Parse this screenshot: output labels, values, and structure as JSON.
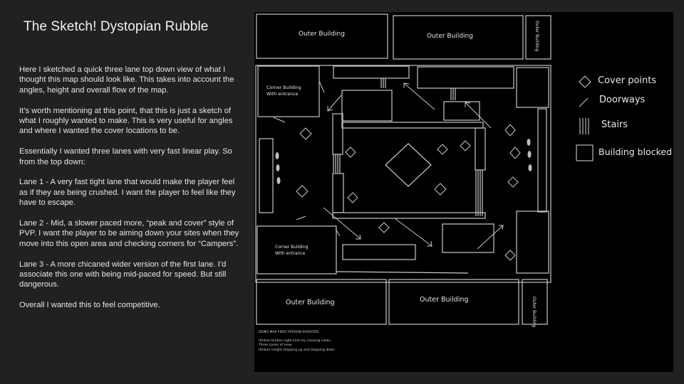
{
  "slide": {
    "title": "The Sketch! Dystopian Rubble",
    "paragraphs": [
      "Here I sketched a quick three lane top down view of what I thought this map should look like. This takes into account the angles, height and overall flow of the map.",
      "It’s worth mentioning at this point, that this is just a sketch of what I roughly wanted to make. This is very useful for angles and where I wanted the cover locations to be.",
      "Essentially I wanted three lanes with very fast linear play. So from the top down:",
      "Lane 1  - A very fast tight lane that would make the player feel as if they are being crushed. I want the player to feel like they have to escape.",
      "Lane 2 - Mid, a slower paced more, “peak and cover” style of PVP. I want the player to be aiming down your sites when they move into this open area and checking corners for “Campers”.",
      "Lane 3 - A more chicaned wider version of the first lane. I’d associate this one with being mid-paced for speed. But still dangerous.",
      "Overall I wanted this to feel competitive."
    ]
  },
  "map": {
    "labels": {
      "outer_top_left": "Outer Building",
      "outer_top_mid": "Outer Building",
      "outer_top_right": "Outer Building",
      "corner_top_left_1": "Corner Building",
      "corner_top_left_2": "With entrance",
      "corner_bottom_left_1": "Corner Building",
      "corner_bottom_left_2": "With entrance",
      "outer_bottom_left": "Outer Building",
      "outer_bottom_mid": "Outer Building",
      "outer_bottom_right": "Outer Building"
    },
    "legend": [
      {
        "icon": "cover-point-diamond-icon",
        "label": "Cover points"
      },
      {
        "icon": "doorway-line-icon",
        "label": "Doorways"
      },
      {
        "icon": "stairs-lines-icon",
        "label": "Stairs"
      },
      {
        "icon": "building-blocked-square-icon",
        "label": "Building blocked"
      }
    ],
    "notes": [
      "DEMO MAP FIRST PERSON SHOOTER.",
      "Utilises broken sight lines by crossing views.",
      "Three Lanes of view.",
      "Utilises height stepping up and stepping down"
    ],
    "colors": {
      "background": "#000000",
      "stroke": "#c8c8c8",
      "slide_background": "#212121"
    }
  }
}
